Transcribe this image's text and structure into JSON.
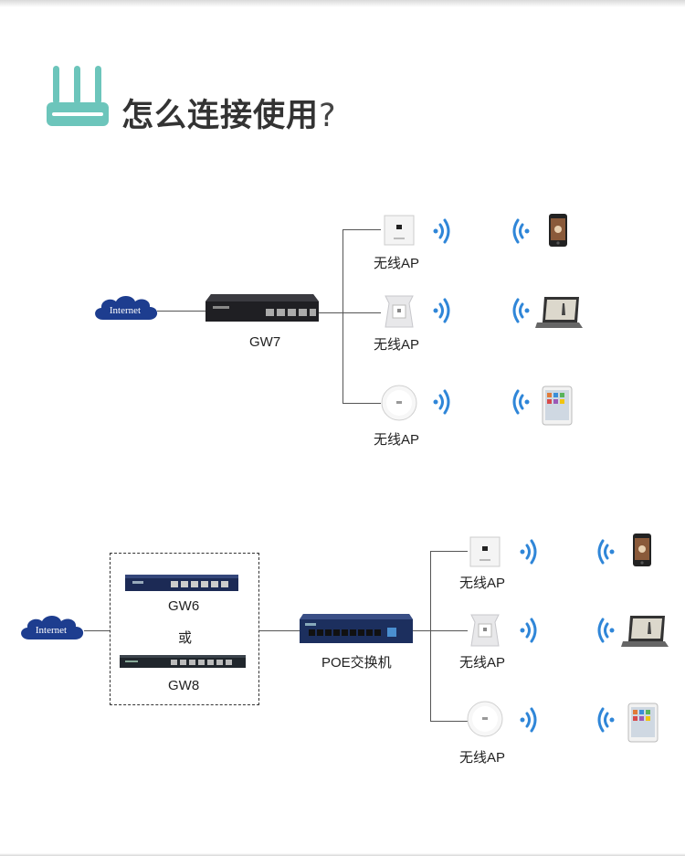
{
  "header": {
    "title": "怎么连接使用",
    "title_suffix": "?",
    "icon": "router-icon",
    "accent_color": "#6cc5bb"
  },
  "diagram1": {
    "internet_label": "Internet",
    "gateway_label": "GW7",
    "ap_labels": [
      "无线AP",
      "无线AP",
      "无线AP"
    ],
    "client_devices": [
      "smartphone-icon",
      "laptop-icon",
      "tablet-icon"
    ]
  },
  "diagram2": {
    "internet_label": "Internet",
    "gateway_option_1": "GW6",
    "or_text": "或",
    "gateway_option_2": "GW8",
    "switch_label": "POE交换机",
    "ap_labels": [
      "无线AP",
      "无线AP",
      "无线AP"
    ],
    "client_devices": [
      "smartphone-icon",
      "laptop-icon",
      "tablet-icon"
    ]
  },
  "colors": {
    "cloud": "#1d3d8f",
    "wifi": "#2f86d8",
    "line": "#555555"
  }
}
